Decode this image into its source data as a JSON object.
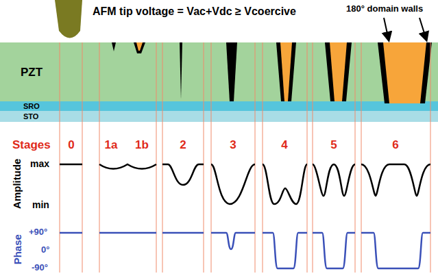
{
  "diagram": {
    "nodes": [
      {
        "text": [
          "PZT"
        ]
      },
      {
        "text": [
          "SRO"
        ]
      },
      {
        "text": [
          "STO"
        ]
      }
    ],
    "labels": [
      "AFM tip voltage = Vac+Vdc ≥ Vcoercive",
      "180° domain walls",
      "Stages",
      "0",
      "1a",
      "1b",
      "2",
      "3",
      "4",
      "5",
      "6",
      "Amplitude",
      "max",
      "min",
      "Phase",
      "+90°",
      "0°",
      "-90°"
    ]
  }
}
